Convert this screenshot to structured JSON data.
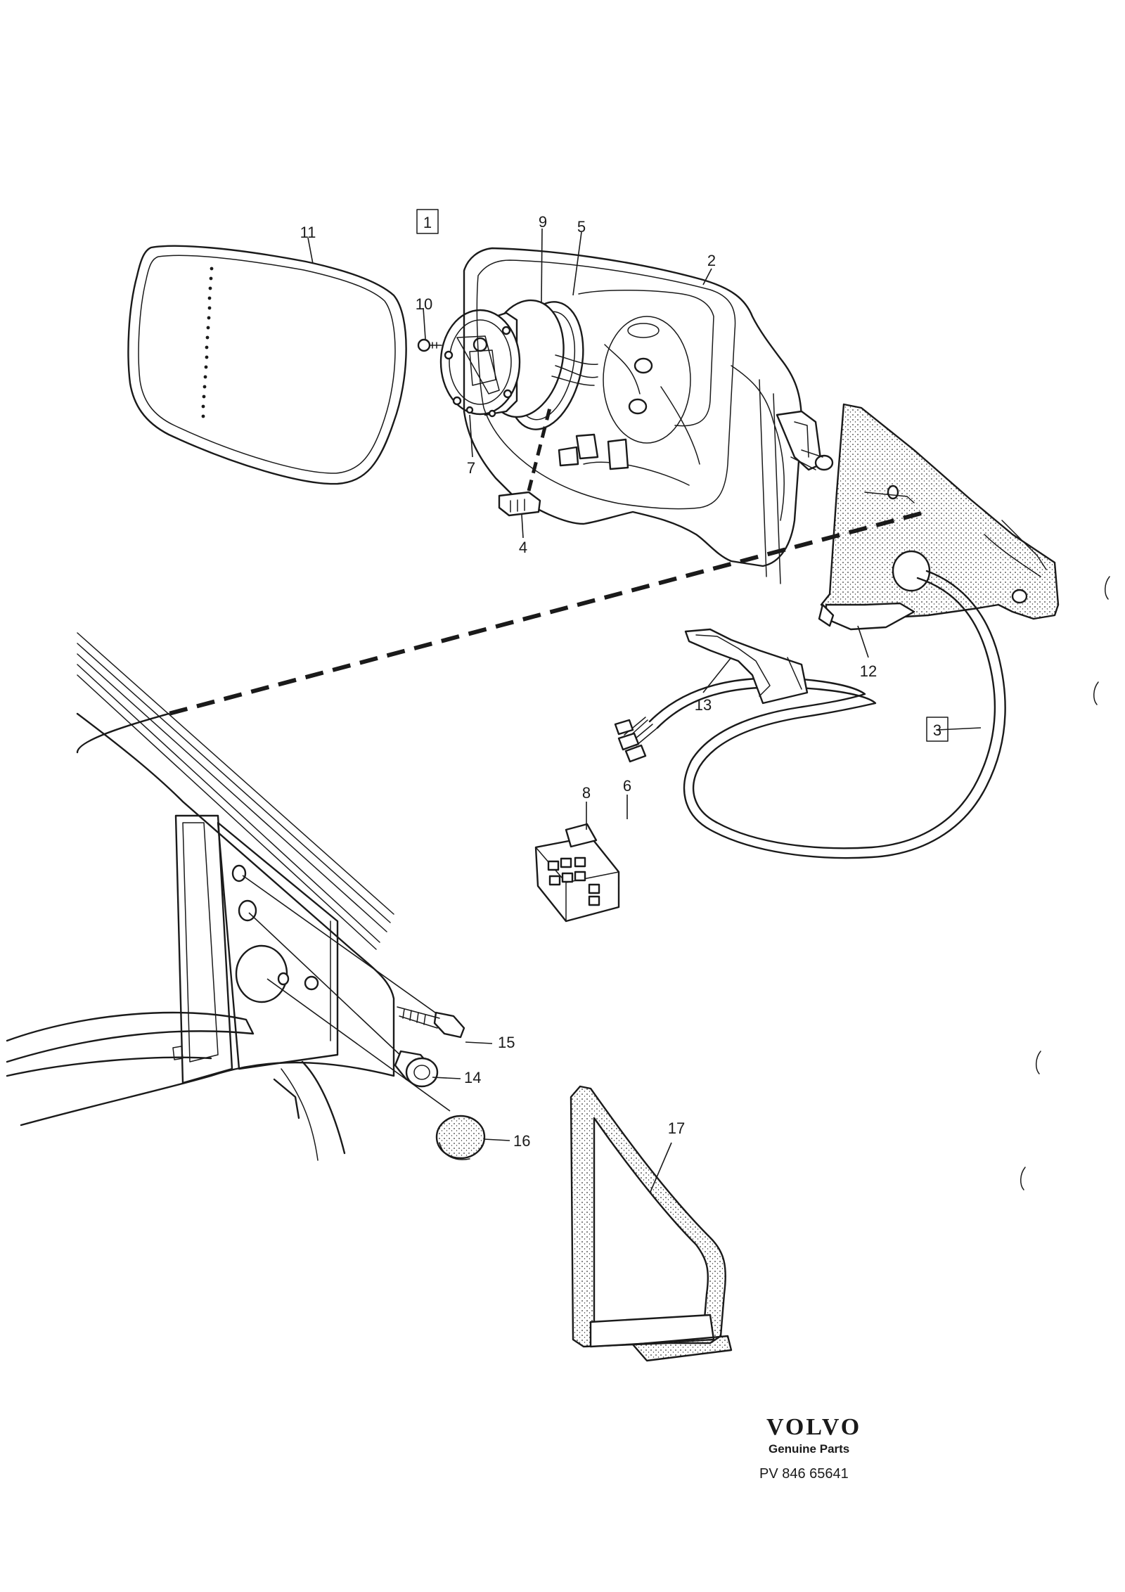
{
  "callouts": {
    "c1": "1",
    "c2": "2",
    "c3": "3",
    "c4": "4",
    "c5": "5",
    "c6": "6",
    "c7": "7",
    "c8": "8",
    "c9": "9",
    "c10": "10",
    "c11": "11",
    "c12": "12",
    "c13": "13",
    "c14": "14",
    "c15": "15",
    "c16": "16",
    "c17": "17"
  },
  "footer": {
    "brand": "VOLVO",
    "subtitle": "Genuine Parts",
    "part_number": "PV 846 65641"
  }
}
